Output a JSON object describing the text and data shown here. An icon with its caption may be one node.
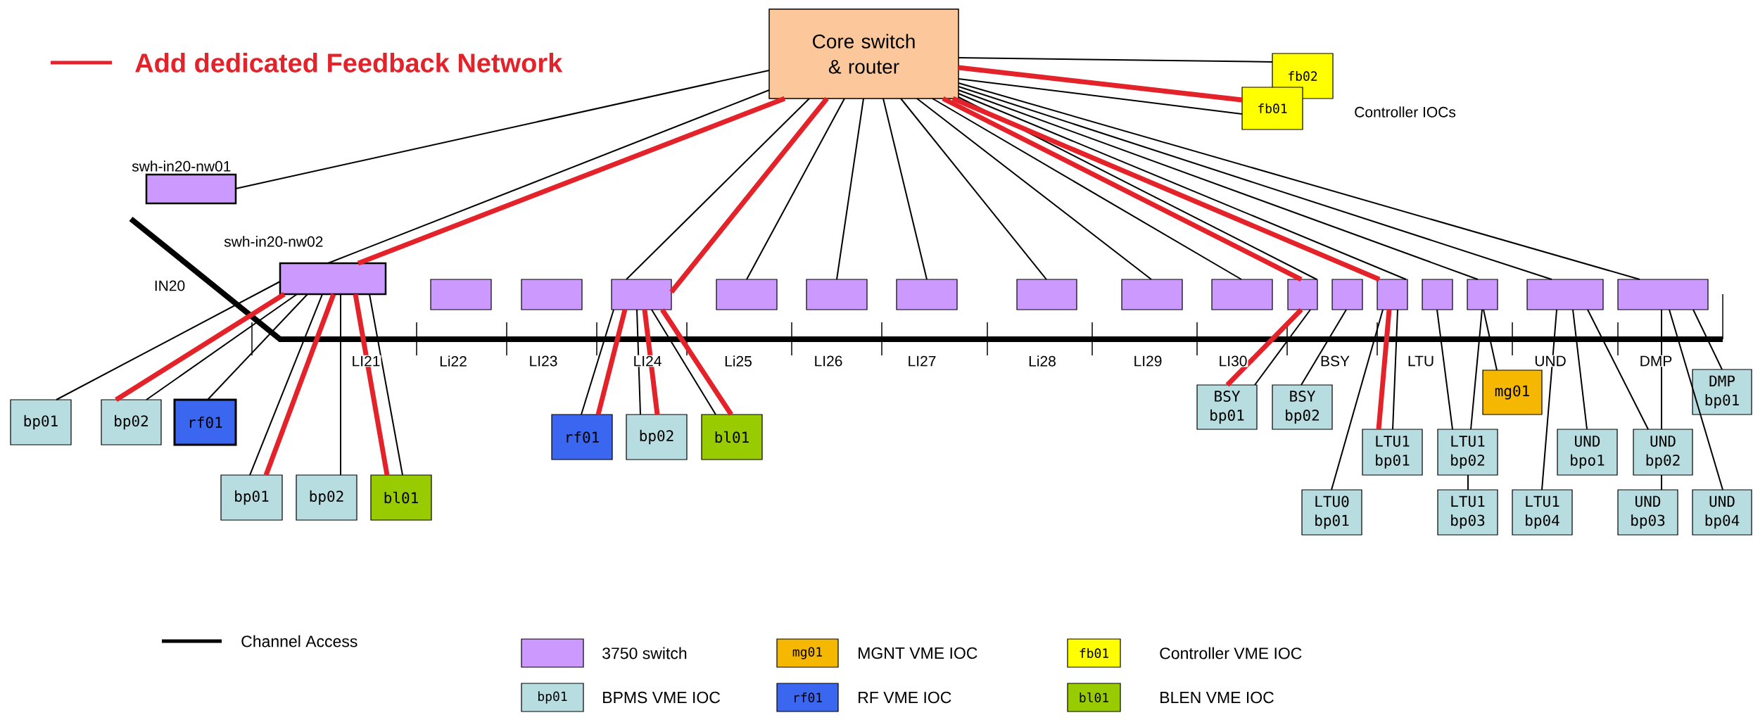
{
  "diagram": {
    "nodes": [
      {
        "text": [
          "Core switch & router"
        ]
      },
      {
        "text": [
          "fb02"
        ]
      },
      {
        "text": [
          "fb01"
        ]
      },
      {
        "text": [
          "swh-in20-nw01"
        ]
      },
      {
        "text": [
          "swh-in20-nw02"
        ]
      },
      {
        "text": [],
        "shape": "box"
      },
      {
        "text": [],
        "shape": "box"
      },
      {
        "text": [],
        "shape": "box"
      },
      {
        "text": [],
        "shape": "box"
      },
      {
        "text": [],
        "shape": "box"
      },
      {
        "text": [],
        "shape": "box"
      },
      {
        "text": [],
        "shape": "box"
      },
      {
        "text": [],
        "shape": "box"
      },
      {
        "text": [],
        "shape": "box"
      },
      {
        "text": [],
        "shape": "box"
      },
      {
        "text": [],
        "shape": "box"
      },
      {
        "text": [],
        "shape": "box"
      },
      {
        "text": [],
        "shape": "box"
      },
      {
        "text": [],
        "shape": "box"
      },
      {
        "text": [],
        "shape": "box"
      },
      {
        "text": [],
        "shape": "box"
      },
      {
        "text": [
          "bp01"
        ]
      },
      {
        "text": [
          "bp02"
        ]
      },
      {
        "text": [
          "rf01"
        ]
      },
      {
        "text": [
          "rf01"
        ]
      },
      {
        "text": [
          "bp02"
        ]
      },
      {
        "text": [
          "bl01"
        ]
      },
      {
        "text": [
          "mg01"
        ]
      },
      {
        "text": [
          "DMP bp01"
        ]
      },
      {
        "text": [
          "BSY bp01"
        ]
      },
      {
        "text": [
          "BSY bp02"
        ]
      },
      {
        "text": [
          "LTU1 bp01"
        ]
      },
      {
        "text": [
          "LTU1 bp02"
        ]
      },
      {
        "text": [
          "UND bpo1"
        ]
      },
      {
        "text": [
          "UND bp02"
        ]
      },
      {
        "text": [
          "bp01"
        ]
      },
      {
        "text": [
          "bp02"
        ]
      },
      {
        "text": [
          "bl01"
        ]
      },
      {
        "text": [
          "LTU0 bp01"
        ]
      },
      {
        "text": [
          "LTU1 bp03"
        ]
      },
      {
        "text": [
          "LTU1 bp04"
        ]
      },
      {
        "text": [
          "UND bp03"
        ]
      },
      {
        "text": [
          "UND bp04"
        ]
      }
    ],
    "edges": [
      {
        "from": 0,
        "to": 3,
        "arrow": "none"
      },
      {
        "from": 0,
        "to": 4,
        "arrow": "none"
      },
      {
        "from": 0,
        "to": 4,
        "arrow": "none",
        "style": "thick",
        "color": "#e3222a"
      },
      {
        "from": 0,
        "to": 7,
        "arrow": "none"
      },
      {
        "from": 0,
        "to": 7,
        "arrow": "none",
        "style": "thick",
        "color": "#e3222a"
      },
      {
        "from": 0,
        "to": 8,
        "arrow": "none"
      },
      {
        "from": 0,
        "to": 9,
        "arrow": "none"
      },
      {
        "from": 0,
        "to": 10,
        "arrow": "none"
      },
      {
        "from": 0,
        "to": 11,
        "arrow": "none"
      },
      {
        "from": 0,
        "to": 12,
        "arrow": "none"
      },
      {
        "from": 0,
        "to": 13,
        "arrow": "none"
      },
      {
        "from": 0,
        "to": 14,
        "arrow": "none"
      },
      {
        "from": 0,
        "to": 14,
        "arrow": "none",
        "style": "thick",
        "color": "#e3222a"
      },
      {
        "from": 0,
        "to": 16,
        "arrow": "none"
      },
      {
        "from": 0,
        "to": 16,
        "arrow": "none",
        "style": "thick",
        "color": "#e3222a"
      },
      {
        "from": 0,
        "to": 18,
        "arrow": "none"
      },
      {
        "from": 0,
        "to": 19,
        "arrow": "none"
      },
      {
        "from": 0,
        "to": 20,
        "arrow": "none"
      },
      {
        "from": 0,
        "to": 1,
        "arrow": "none"
      },
      {
        "from": 0,
        "to": 2,
        "arrow": "none"
      },
      {
        "from": 0,
        "to": 2,
        "arrow": "none",
        "style": "thick",
        "color": "#e3222a"
      },
      {
        "from": 4,
        "to": 21,
        "arrow": "none"
      },
      {
        "from": 4,
        "to": 22,
        "arrow": "none",
        "style": "thick",
        "color": "#e3222a"
      },
      {
        "from": 4,
        "to": 22,
        "arrow": "none"
      },
      {
        "from": 4,
        "to": 23,
        "arrow": "none"
      },
      {
        "from": 4,
        "to": 35,
        "arrow": "none"
      },
      {
        "from": 4,
        "to": 35,
        "arrow": "none",
        "style": "thick",
        "color": "#e3222a"
      },
      {
        "from": 4,
        "to": 36,
        "arrow": "none"
      },
      {
        "from": 4,
        "to": 37,
        "arrow": "none",
        "style": "thick",
        "color": "#e3222a"
      },
      {
        "from": 4,
        "to": 37,
        "arrow": "none"
      },
      {
        "from": 7,
        "to": 24,
        "arrow": "none"
      },
      {
        "from": 7,
        "to": 24,
        "arrow": "none",
        "style": "thick",
        "color": "#e3222a"
      },
      {
        "from": 7,
        "to": 25,
        "arrow": "none"
      },
      {
        "from": 7,
        "to": 25,
        "arrow": "none",
        "style": "thick",
        "color": "#e3222a"
      },
      {
        "from": 7,
        "to": 26,
        "arrow": "none"
      },
      {
        "from": 7,
        "to": 26,
        "arrow": "none",
        "style": "thick",
        "color": "#e3222a"
      },
      {
        "from": 14,
        "to": 29,
        "arrow": "none",
        "style": "thick",
        "color": "#e3222a"
      },
      {
        "from": 14,
        "to": 29,
        "arrow": "none"
      },
      {
        "from": 15,
        "to": 30,
        "arrow": "none"
      },
      {
        "from": 16,
        "to": 31,
        "arrow": "none",
        "style": "thick",
        "color": "#e3222a"
      },
      {
        "from": 16,
        "to": 31,
        "arrow": "none"
      },
      {
        "from": 16,
        "to": 38,
        "arrow": "none"
      },
      {
        "from": 17,
        "to": 32,
        "arrow": "none"
      },
      {
        "from": 18,
        "to": 32,
        "arrow": "none"
      },
      {
        "from": 18,
        "to": 27,
        "arrow": "none"
      },
      {
        "from": 32,
        "to": 39,
        "arrow": "none"
      },
      {
        "from": 19,
        "to": 40,
        "arrow": "none"
      },
      {
        "from": 19,
        "to": 33,
        "arrow": "none"
      },
      {
        "from": 19,
        "to": 34,
        "arrow": "none"
      },
      {
        "from": 20,
        "to": 34,
        "arrow": "none"
      },
      {
        "from": 20,
        "to": 42,
        "arrow": "none"
      },
      {
        "from": 20,
        "to": 28,
        "arrow": "none"
      },
      {
        "from": 34,
        "to": 41,
        "arrow": "none"
      }
    ],
    "labels": [
      "Controller IOCs",
      "IN20",
      "LI21",
      "Li22",
      "LI23",
      "LI24",
      "Li25",
      "LI26",
      "LI27",
      "Li28",
      "LI29",
      "LI30",
      "BSY",
      "LTU",
      "UND",
      "DMP",
      "mg01",
      "fb01",
      "bp01",
      "rf01",
      "bl01"
    ],
    "legend": [
      {
        "text": "Add dedicated Feedback Network"
      },
      {
        "text": "Channel Access"
      },
      {
        "text": "3750 switch",
        "color": "#cc99ff"
      },
      {
        "text": "MGNT VME IOC",
        "color": "#f5b700"
      },
      {
        "text": "Controller VME IOC",
        "color": "#ffff00"
      },
      {
        "text": "BPMS VME IOC",
        "color": "#b7dde0"
      },
      {
        "text": "RF VME IOC",
        "color": "#3a66f0"
      },
      {
        "text": "BLEN VME IOC",
        "color": "#99cc00"
      }
    ]
  }
}
